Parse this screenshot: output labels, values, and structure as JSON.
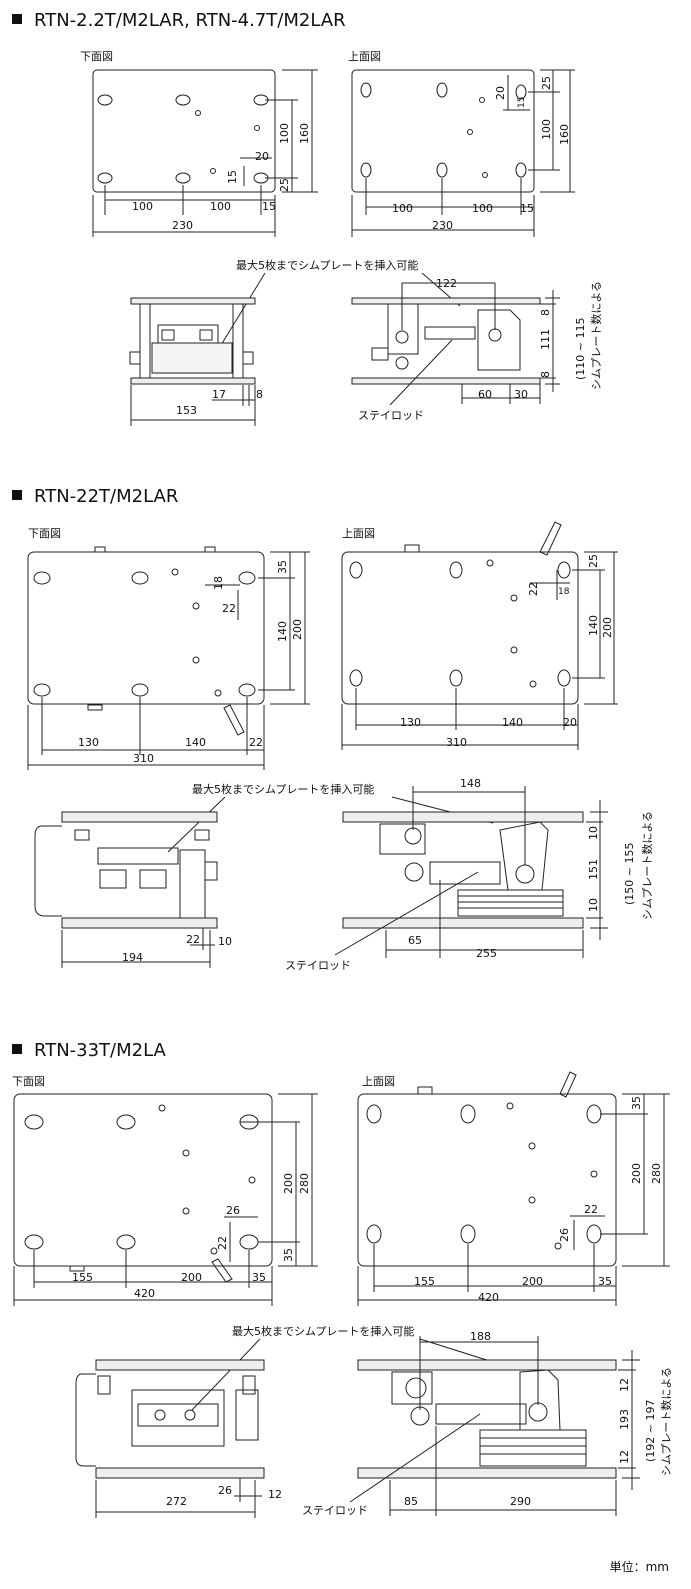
{
  "unit": "単位：mm",
  "bottom_view_label": "下面図",
  "top_view_label": "上面図",
  "shim_note": "最大5枚までシムプレートを挿入可能",
  "stay_rod": "ステイロッド",
  "shim_vertical": "シムプレート数による",
  "sections": [
    {
      "title": "RTN-2.2T/M2LAR, RTN-4.7T/M2LAR",
      "bottom": {
        "d1": "100",
        "d2": "100",
        "d3": "15",
        "total": "230",
        "v1": "100",
        "v2": "160",
        "v3": "25",
        "hole_x": "20",
        "hole_y": "15"
      },
      "top": {
        "d1": "100",
        "d2": "100",
        "d3": "15",
        "total": "230",
        "v1": "25",
        "v2": "100",
        "v3": "160",
        "hole_x": "15",
        "hole_y": "20"
      },
      "front": {
        "a": "153",
        "b": "17",
        "c": "8"
      },
      "side": {
        "span": "122",
        "h": "111",
        "range": "(110 ~ 115",
        "t1": "8",
        "t2": "8",
        "a": "60",
        "b": "30"
      }
    },
    {
      "title": "RTN-22T/M2LAR",
      "bottom": {
        "d1": "130",
        "d2": "140",
        "d3": "22",
        "total": "310",
        "v1": "35",
        "v2": "140",
        "v3": "200",
        "hole_x": "22",
        "hole_y": "18"
      },
      "top": {
        "d1": "130",
        "d2": "140",
        "d3": "20",
        "total": "310",
        "v1": "25",
        "v2": "140",
        "v3": "200",
        "hole_x": "22",
        "hole_y": "18"
      },
      "front": {
        "a": "194",
        "b": "22",
        "c": "10"
      },
      "side": {
        "span": "148",
        "h": "151",
        "range": "(150 ~ 155",
        "t1": "10",
        "t2": "10",
        "a": "65",
        "b": "255"
      }
    },
    {
      "title": "RTN-33T/M2LA",
      "bottom": {
        "d1": "155",
        "d2": "200",
        "d3": "35",
        "total": "420",
        "v1": "200",
        "v2": "280",
        "v3": "35",
        "hole_x": "26",
        "hole_y": "22"
      },
      "top": {
        "d1": "155",
        "d2": "200",
        "d3": "35",
        "total": "420",
        "v1": "35",
        "v2": "200",
        "v3": "280",
        "hole_x": "22",
        "hole_y": "26"
      },
      "front": {
        "a": "272",
        "b": "26",
        "c": "12"
      },
      "side": {
        "span": "188",
        "h": "193",
        "range": "(192 ~ 197",
        "t1": "12",
        "t2": "12",
        "a": "85",
        "b": "290"
      }
    }
  ]
}
